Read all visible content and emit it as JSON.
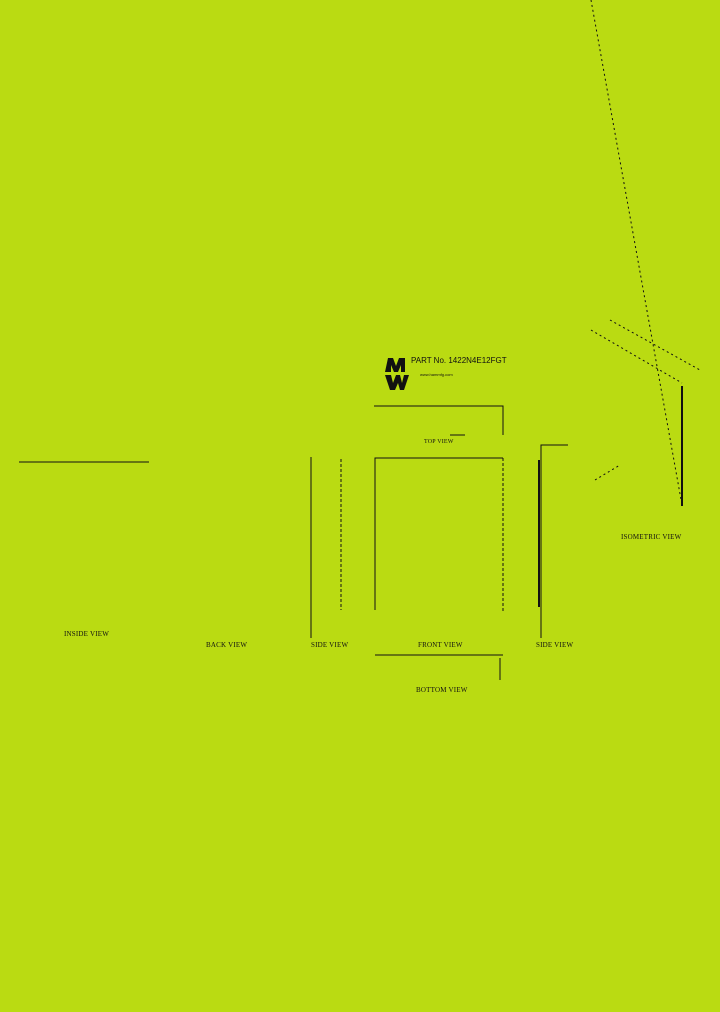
{
  "title_block": {
    "part_number": "PART No. 1422N4E12FGT",
    "website": "www.hammfg.com",
    "logo": "Hammond HM logo"
  },
  "views": {
    "inside": "INSIDE VIEW",
    "back": "BACK VIEW",
    "side_left": "SIDE VIEW",
    "top": "TOP VIEW",
    "front": "FRONT VIEW",
    "side_right": "SIDE VIEW",
    "bottom": "BOTTOM VIEW",
    "isometric": "ISOMETRIC VIEW"
  },
  "colors": {
    "background": "#badb12",
    "line": "#111111"
  }
}
